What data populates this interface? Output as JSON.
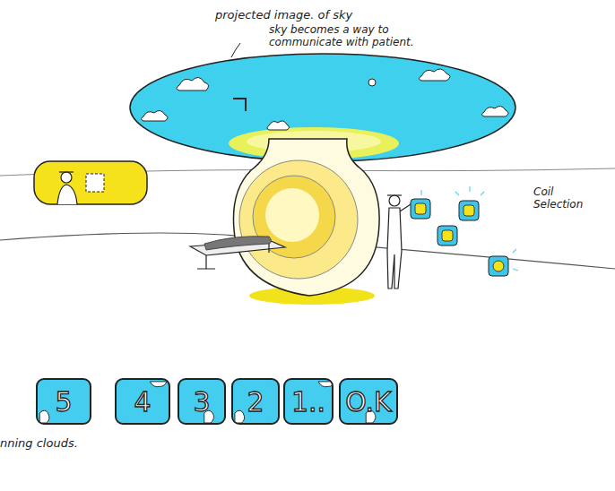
{
  "diagram": {
    "nodes": [
      {
        "text": [
          "5"
        ]
      },
      {
        "text": [
          "4"
        ]
      },
      {
        "text": [
          "3"
        ]
      },
      {
        "text": [
          "2"
        ]
      },
      {
        "text": [
          "1.."
        ]
      },
      {
        "text": [
          "O.K"
        ]
      }
    ],
    "labels": [
      "projected image. of sky",
      "sky becomes a way to communicate with patient.",
      "Coil Selection",
      "nning clouds."
    ]
  }
}
